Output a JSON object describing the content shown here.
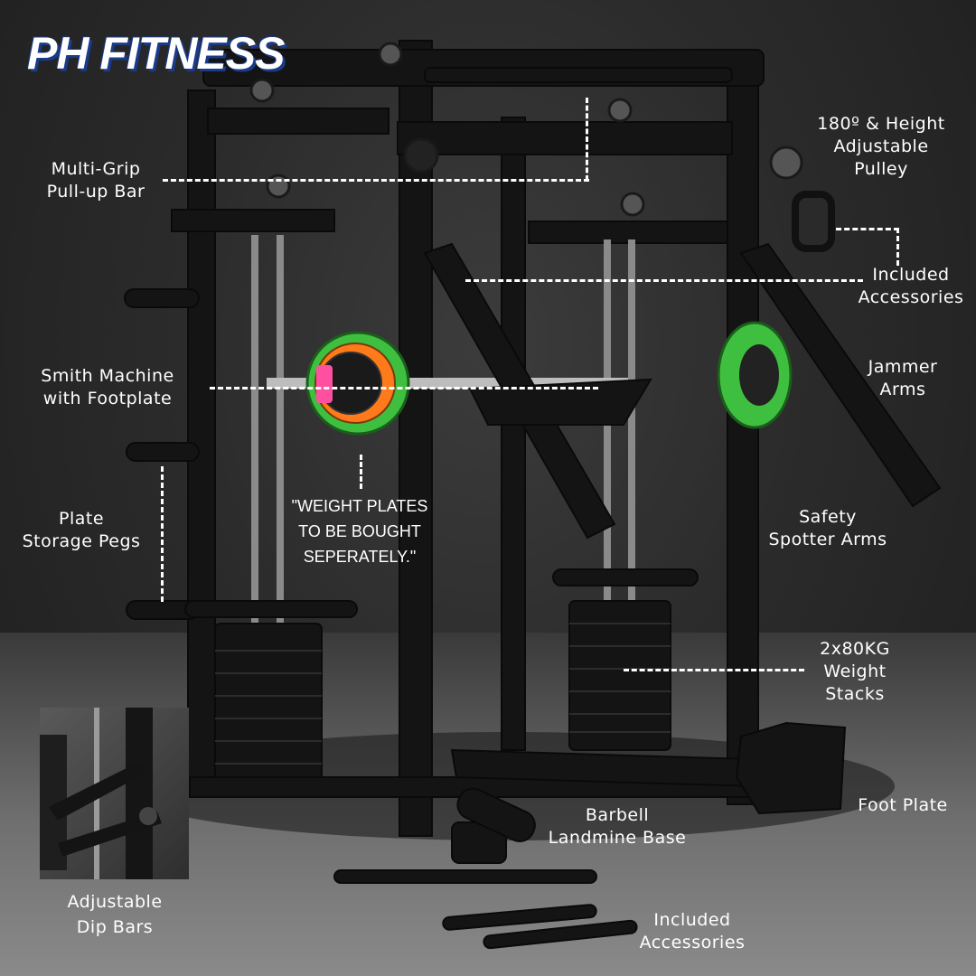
{
  "brand": {
    "title": "PH FITNESS"
  },
  "callouts": {
    "pullup": [
      "Multi-Grip",
      "Pull-up Bar"
    ],
    "pulley": [
      "180º & Height",
      "Adjustable",
      "Pulley"
    ],
    "accessories_top": [
      "Included",
      "Accessories"
    ],
    "smith": [
      "Smith Machine",
      "with Footplate"
    ],
    "jammer": [
      "Jammer",
      "Arms"
    ],
    "weight_note": [
      "\"WEIGHT PLATES",
      "TO BE BOUGHT",
      "SEPERATELY.\""
    ],
    "plate_pegs": [
      "Plate",
      "Storage Pegs"
    ],
    "spotter": [
      "Safety",
      "Spotter Arms"
    ],
    "stacks": [
      "2x80KG",
      "Weight",
      "Stacks"
    ],
    "footplate": [
      "Foot Plate"
    ],
    "landmine": [
      "Barbell",
      "Landmine Base"
    ],
    "dip_bars": [
      "Adjustable",
      "Dip Bars"
    ],
    "accessories_bottom": [
      "Included",
      "Accessories"
    ]
  },
  "colors": {
    "plate_green": "#3fbf3f",
    "plate_orange": "#ff7a1a",
    "collar_pink": "#ff4fa0",
    "brand_shadow": "#1a3a8a"
  }
}
